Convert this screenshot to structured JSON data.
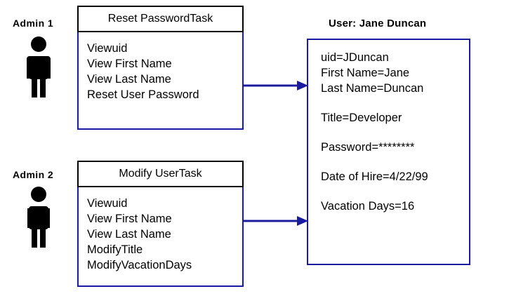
{
  "diagram": {
    "actors": [
      {
        "label": "Admin 1",
        "icon": "person-icon"
      },
      {
        "label": "Admin 2",
        "icon": "person-icon"
      }
    ],
    "tasks": [
      {
        "title": "Reset PasswordTask",
        "items": [
          "Viewuid",
          "View First Name",
          "View Last Name",
          "Reset  User  Password"
        ]
      },
      {
        "title": "Modify UserTask",
        "items": [
          "Viewuid",
          "View First Name",
          "View Last Name",
          "ModifyTitle",
          "ModifyVacationDays"
        ]
      }
    ],
    "connectors": [
      {
        "name": "arrow-task1-to-user",
        "direction": "right"
      },
      {
        "name": "arrow-task2-to-user",
        "direction": "right"
      }
    ],
    "user_object": {
      "title": "User: Jane Duncan",
      "groups": [
        {
          "attrs": [
            "uid=JDuncan",
            "First Name=Jane",
            "Last Name=Duncan"
          ]
        },
        {
          "attrs": [
            "Title=Developer"
          ]
        },
        {
          "attrs": [
            "Password=********"
          ]
        },
        {
          "attrs": [
            "Date of Hire=4/22/99"
          ]
        },
        {
          "attrs": [
            "Vacation Days=16"
          ]
        }
      ]
    },
    "colors": {
      "box_border_blue": "#1b1ba0",
      "header_border_black": "#000000",
      "arrow": "#1b1ba0",
      "text": "#000000",
      "background": "#ffffff"
    }
  }
}
